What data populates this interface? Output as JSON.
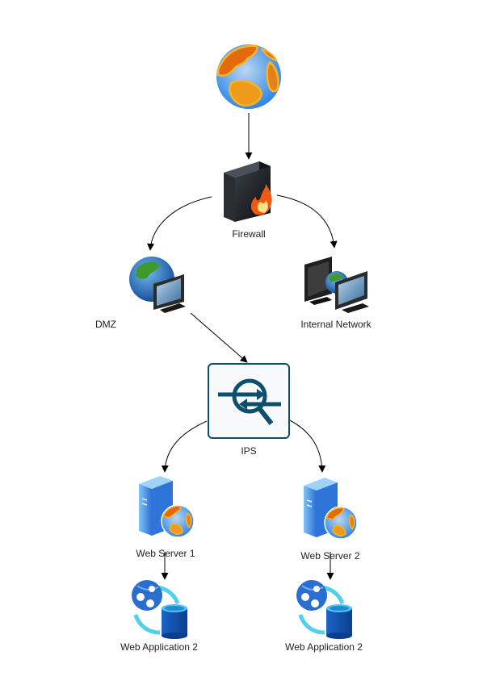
{
  "diagram": {
    "nodes": [
      {
        "id": "internet",
        "label": "",
        "icon": "globe-icon"
      },
      {
        "id": "firewall",
        "label": "Firewall",
        "icon": "firewall-icon"
      },
      {
        "id": "dmz",
        "label": "DMZ",
        "icon": "globe-monitor-icon"
      },
      {
        "id": "internal",
        "label": "Internal Network",
        "icon": "network-monitors-icon"
      },
      {
        "id": "ips",
        "label": "IPS",
        "icon": "ips-inspect-icon"
      },
      {
        "id": "ws1",
        "label": "Web Server 1",
        "icon": "web-server-icon"
      },
      {
        "id": "ws2",
        "label": "Web Server 2",
        "icon": "web-server-icon"
      },
      {
        "id": "wa1",
        "label": "Web Application 2",
        "icon": "web-app-database-icon"
      },
      {
        "id": "wa2",
        "label": "Web Application 2",
        "icon": "web-app-database-icon"
      }
    ],
    "edges": [
      {
        "from": "internet",
        "to": "firewall"
      },
      {
        "from": "firewall",
        "to": "dmz"
      },
      {
        "from": "firewall",
        "to": "internal"
      },
      {
        "from": "dmz",
        "to": "ips"
      },
      {
        "from": "ips",
        "to": "ws1"
      },
      {
        "from": "ips",
        "to": "ws2"
      },
      {
        "from": "ws1",
        "to": "wa1"
      },
      {
        "from": "ws2",
        "to": "wa2"
      }
    ],
    "colors": {
      "ips_stroke": "#0b4f6c",
      "ips_fill": "#f7f9fa",
      "edge": "#000000"
    }
  }
}
